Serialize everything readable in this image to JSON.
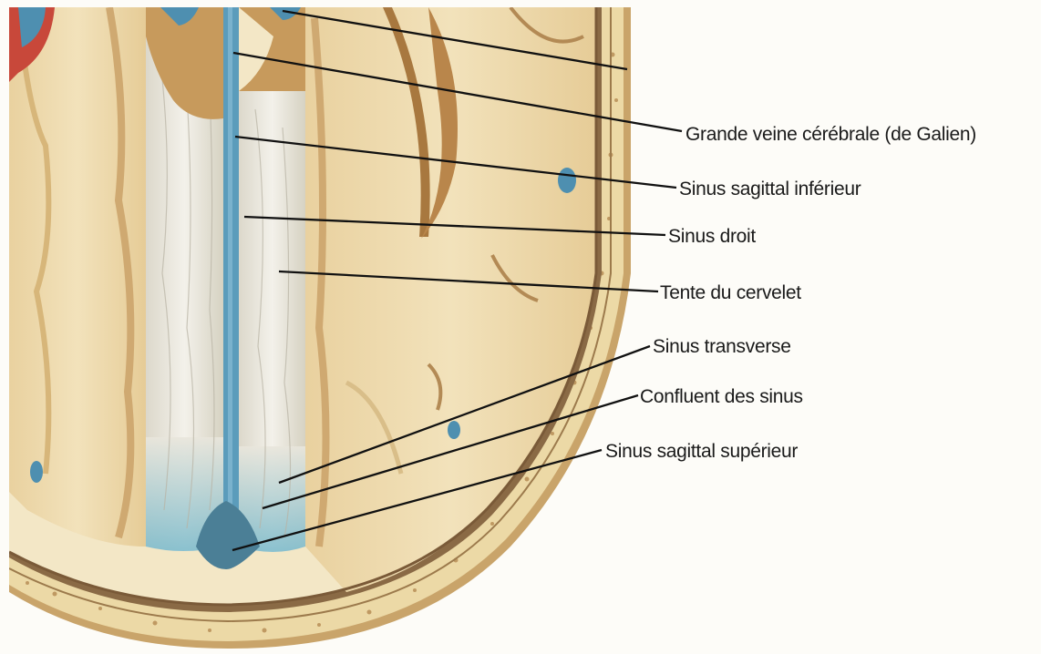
{
  "labels": {
    "grande_veine": "Grande veine cérébrale (de Galien)",
    "sinus_sagittal_inferieur": "Sinus sagittal inférieur",
    "sinus_droit": "Sinus droit",
    "tente_cervelet": "Tente du cervelet",
    "sinus_transverse": "Sinus transverse",
    "confluent": "Confluent des sinus",
    "sinus_sagittal_superieur": "Sinus sagittal supérieur"
  },
  "colors": {
    "background": "#fdfcf8",
    "brain_tissue": "#efdcb0",
    "bone": "#ecd9a6",
    "dura": "#e9e6dc",
    "sinus_blue": "#4e8fb0",
    "vessel_red": "#c8483a",
    "leader_line": "#111111"
  }
}
